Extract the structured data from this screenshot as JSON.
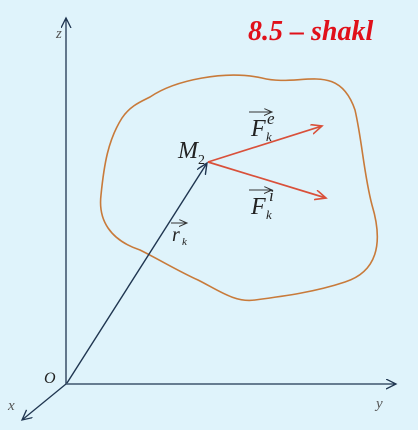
{
  "figure": {
    "title": "8.5 – shakl",
    "colors": {
      "background": "#dff3fb",
      "title": "#e0101a",
      "body_outline": "#c87a3a",
      "force_arrows": "#d9503a",
      "axes": "#1f3550"
    }
  },
  "axes": {
    "x_label": "x",
    "y_label": "y",
    "z_label": "z",
    "origin_label": "O"
  },
  "point": {
    "label": "M",
    "subscript": "2"
  },
  "vectors": {
    "external_force": {
      "symbol": "F",
      "subscript": "k",
      "superscript": "e"
    },
    "internal_force": {
      "symbol": "F",
      "subscript": "k",
      "superscript": "i"
    },
    "radius_vector": {
      "symbol": "r",
      "subscript": "k"
    }
  }
}
